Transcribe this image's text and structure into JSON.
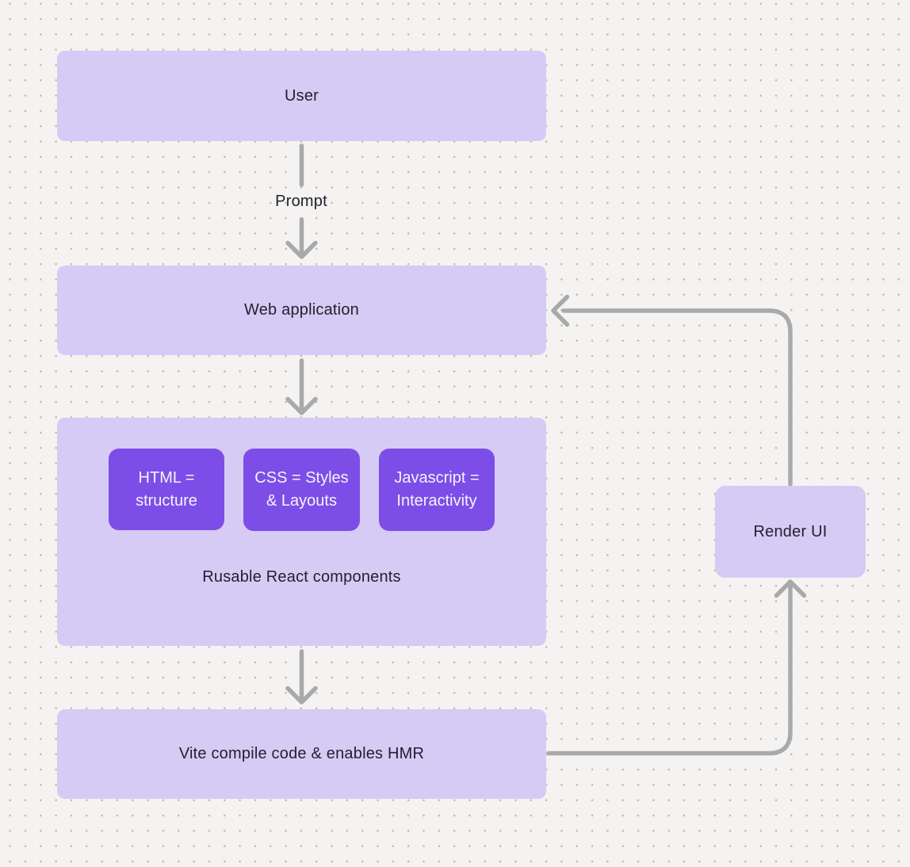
{
  "diagram": {
    "nodes": {
      "user": {
        "label": "User"
      },
      "web_application": {
        "label": "Web application"
      },
      "components_group": {
        "label": "Rusable React components",
        "children": [
          {
            "id": "html",
            "label": "HTML = structure",
            "line1": "HTML =",
            "line2": "structure"
          },
          {
            "id": "css",
            "label": "CSS = Styles & Layouts",
            "line1": "CSS = Styles",
            "line2": "& Layouts"
          },
          {
            "id": "javascript",
            "label": "Javascript = Interactivity",
            "line1": "Javascript =",
            "line2": "Interactivity"
          }
        ]
      },
      "vite": {
        "label": "Vite compile code & enables HMR"
      },
      "render_ui": {
        "label": "Render UI"
      }
    },
    "edges": [
      {
        "from": "user",
        "to": "web_application",
        "label": "Prompt"
      },
      {
        "from": "web_application",
        "to": "components_group",
        "label": ""
      },
      {
        "from": "components_group",
        "to": "vite",
        "label": ""
      },
      {
        "from": "vite",
        "to": "render_ui",
        "label": ""
      },
      {
        "from": "render_ui",
        "to": "web_application",
        "label": ""
      }
    ],
    "colors": {
      "background": "#f4f3f2",
      "dot_grid": "#bcb9b6",
      "node_light": "#d6cbf4",
      "node_dark": "#7c4ee7",
      "connector": "#a9a9a9",
      "text_dark": "#242030",
      "text_light": "#f6f3ff"
    }
  }
}
